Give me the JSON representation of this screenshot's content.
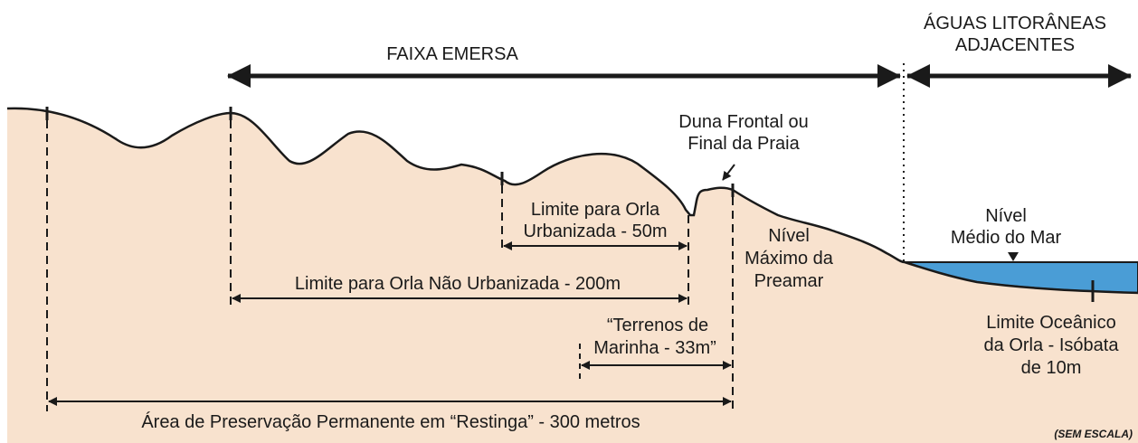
{
  "diagram": {
    "colors": {
      "land": "#f8e2ce",
      "sea": "#4a9dd6",
      "line": "#1a1a1a"
    },
    "labels": {
      "faixa_emersa": "FAIXA EMERSA",
      "aguas_line1": "ÁGUAS LITORÂNEAS",
      "aguas_line2": "ADJACENTES",
      "duna_line1": "Duna Frontal ou",
      "duna_line2": "Final da Praia",
      "orla_urb_line1": "Limite para Orla",
      "orla_urb_line2": "Urbanizada - 50m",
      "nivel_medio_line1": "Nível",
      "nivel_medio_line2": "Médio do Mar",
      "preamar_line1": "Nível",
      "preamar_line2": "Máximo da",
      "preamar_line3": "Preamar",
      "orla_nao_urb": "Limite para Orla Não Urbanizada - 200m",
      "terrenos_line1": "“Terrenos de",
      "terrenos_line2": "Marinha - 33m”",
      "limite_oceanico_line1": "Limite Oceânico",
      "limite_oceanico_line2": "da Orla - Isóbata",
      "limite_oceanico_line3": "de 10m",
      "app_restinga": "Área de Preservação Permanente em “Restinga” - 300 metros",
      "sem_escala": "(SEM ESCALA)"
    }
  }
}
